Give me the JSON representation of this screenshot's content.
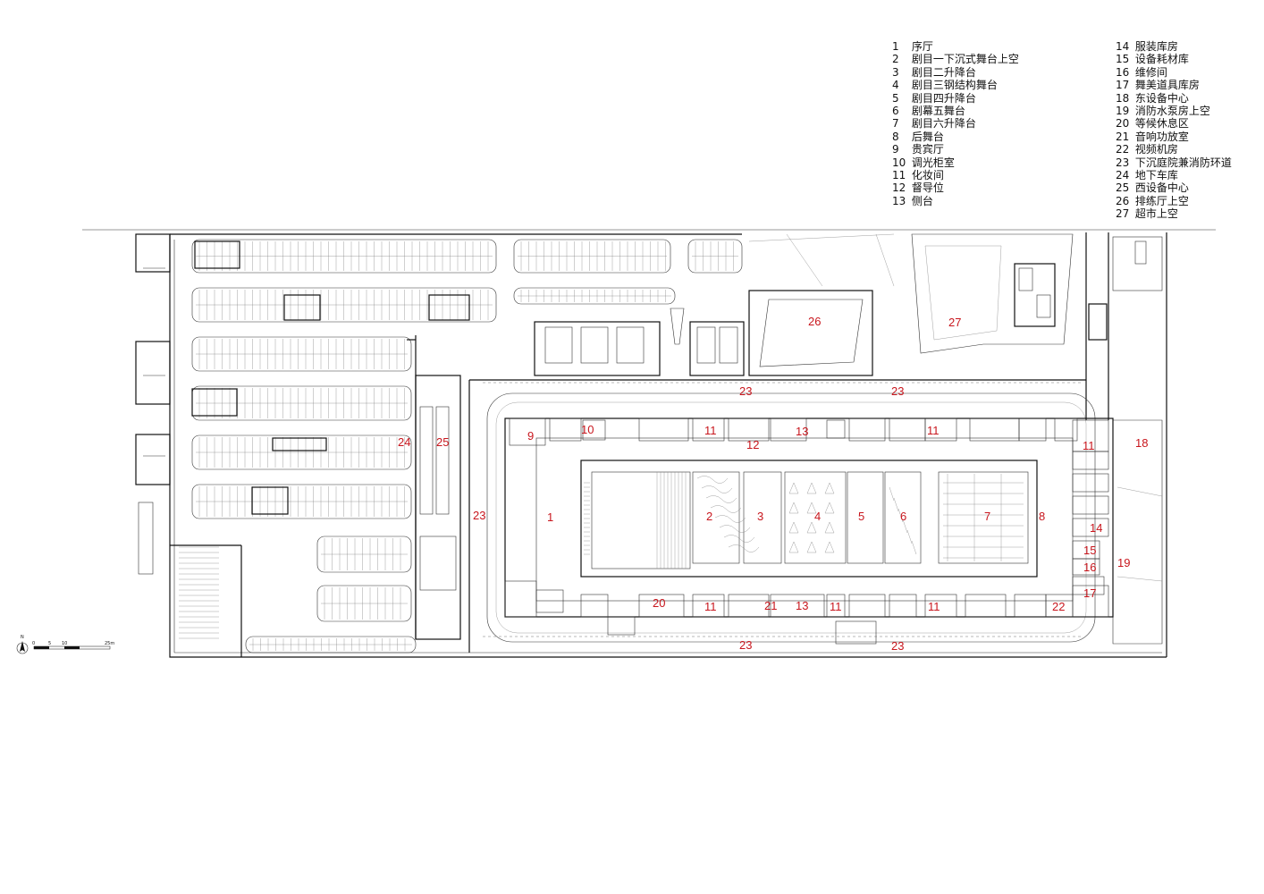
{
  "legend": {
    "col1": [
      {
        "num": "1",
        "text": "序厅"
      },
      {
        "num": "2",
        "text": "剧目一下沉式舞台上空"
      },
      {
        "num": "3",
        "text": "剧目二升降台"
      },
      {
        "num": "4",
        "text": "剧目三钢结构舞台"
      },
      {
        "num": "5",
        "text": "剧目四升降台"
      },
      {
        "num": "6",
        "text": "剧幕五舞台"
      },
      {
        "num": "7",
        "text": "剧目六升降台"
      },
      {
        "num": "8",
        "text": "后舞台"
      },
      {
        "num": "9",
        "text": "贵宾厅"
      },
      {
        "num": "10",
        "text": "调光柜室"
      },
      {
        "num": "11",
        "text": "化妆间"
      },
      {
        "num": "12",
        "text": "督导位"
      },
      {
        "num": "13",
        "text": "侧台"
      }
    ],
    "col2": [
      {
        "num": "14",
        "text": "服装库房"
      },
      {
        "num": "15",
        "text": "设备耗材库"
      },
      {
        "num": "16",
        "text": "维修间"
      },
      {
        "num": "17",
        "text": "舞美道具库房"
      },
      {
        "num": "18",
        "text": "东设备中心"
      },
      {
        "num": "19",
        "text": "消防水泵房上空"
      },
      {
        "num": "20",
        "text": "等候休息区"
      },
      {
        "num": "21",
        "text": "音响功放室"
      },
      {
        "num": "22",
        "text": "视频机房"
      },
      {
        "num": "23",
        "text": "下沉庭院兼消防环道"
      },
      {
        "num": "24",
        "text": "地下车库"
      },
      {
        "num": "25",
        "text": "西设备中心"
      },
      {
        "num": "26",
        "text": "排练厅上空"
      },
      {
        "num": "27",
        "text": "超市上空"
      }
    ]
  },
  "room_labels": [
    "23",
    "23",
    "23",
    "23",
    "24",
    "25",
    "23",
    "9",
    "10",
    "11",
    "12",
    "13",
    "11",
    "11",
    "1",
    "2",
    "3",
    "4",
    "5",
    "6",
    "7",
    "8",
    "18",
    "14",
    "15",
    "16",
    "19",
    "17",
    "20",
    "11",
    "21",
    "13",
    "11",
    "11",
    "22",
    "26",
    "27"
  ],
  "scale": {
    "north": "N",
    "ticks": [
      "0",
      "5",
      "10",
      "25m"
    ]
  },
  "colors": {
    "label_red": "#c8161d",
    "line": "#111111"
  }
}
